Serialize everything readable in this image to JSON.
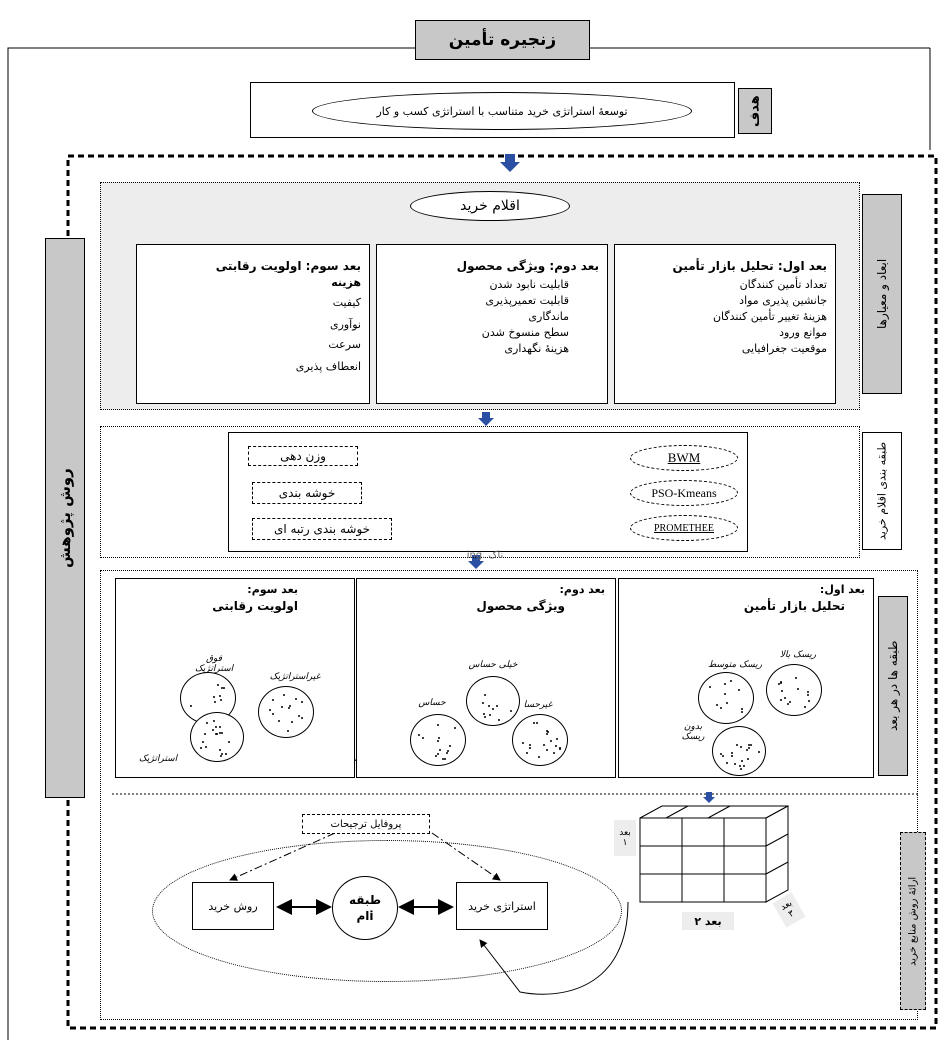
{
  "header": {
    "title": "زنجیره تأمین"
  },
  "goal": {
    "label": "هدف",
    "text": "توسعهٔ استراتژی خرید متناسب با استراتژی کسب و کار"
  },
  "side_labels": {
    "research_method": "روش پژوهش",
    "dimensions": "ابعاد و معیارها",
    "classification": "طبقه بندی اقلام خرید",
    "classes_per_dim": "طبقه ها در هر بعد",
    "sourcing": "ارائهٔ روش منابع خرید"
  },
  "purchase_items": "اقلام خرید",
  "dimensions": [
    {
      "title": "بعد اول: تحلیل بازار تأمین",
      "items": [
        "تعداد تأمین کنندگان",
        "جانشین پذیری مواد",
        "هزینهٔ تغییر تأمین کنندگان",
        "موانع ورود",
        "موقعیت جغرافیایی"
      ]
    },
    {
      "title": "بعد دوم:  ویژگی محصول",
      "items": [
        "قابلیت نابود شدن",
        "قابلیت تعمیرپذیری",
        "ماندگاری",
        "سطح منسوخ شدن",
        "هزینهٔ نگهداری"
      ]
    },
    {
      "title": "بعد سوم: اولویت رقابتی",
      "items": [
        "هزینه",
        "کیفیت",
        "نوآوری",
        "سرعت",
        "انعطاف پذیری"
      ]
    }
  ],
  "methods": [
    {
      "method": "BWM",
      "purpose": "وزن دهی"
    },
    {
      "method": "PSO-Kmeans",
      "purpose": "خوشه بندی"
    },
    {
      "method": "PROMETHEE",
      "purpose": "خوشه بندی رتبه ای"
    }
  ],
  "method_caption": "ing.  ناک",
  "clusters": {
    "d1": {
      "head": "بعد اول:",
      "title": "تحلیل بازار تأمین",
      "labels": [
        "ریسک متوسط",
        "ریسک بالا",
        "بدون ریسک"
      ]
    },
    "d2": {
      "head": "بعد دوم:",
      "title": "ویژگی محصول",
      "labels": [
        "خیلی حساس",
        "حساس",
        "غیرحسا"
      ]
    },
    "d3": {
      "head": "بعد سوم:",
      "title": "اولویت رقابتی",
      "labels": [
        "فوق استراتژیک",
        "غیراستراتژیک",
        "استراتژیک"
      ]
    }
  },
  "profile": {
    "title": "پروفایل ترجیحات",
    "strategy": "استراتژی خرید",
    "method": "روش خرید",
    "class_line1": "طبقه",
    "class_line2": "iام"
  },
  "cube": {
    "d1_line1": "بعد",
    "d1_line2": "۱",
    "d2": "بعد ۲",
    "d3_line1": "بعد",
    "d3_line2": "۳"
  }
}
